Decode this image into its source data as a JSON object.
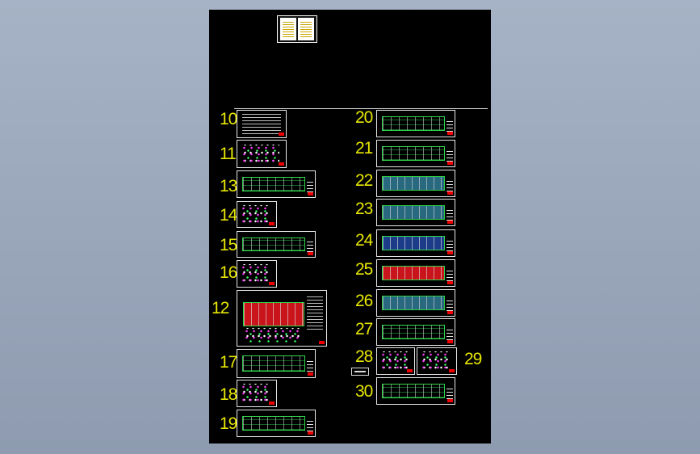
{
  "drawing_index": {
    "sheet_numbers": [
      "10",
      "11",
      "13",
      "14",
      "15",
      "16",
      "12",
      "17",
      "18",
      "19",
      "20",
      "21",
      "22",
      "23",
      "24",
      "25",
      "26",
      "27",
      "28",
      "29",
      "30"
    ]
  },
  "colors": {
    "label": "#e6e600",
    "background_canvas": "#000000",
    "frame": "#e8e8e8",
    "plan_green": "#2fd84a",
    "fill_red": "#c8141a",
    "fill_cyan": "#2b6f86",
    "fill_blue": "#1c3c8a"
  },
  "icons": {
    "cover": "cover-sheet-thumbnail",
    "sheets": "drawing-sheet-thumbnail"
  }
}
